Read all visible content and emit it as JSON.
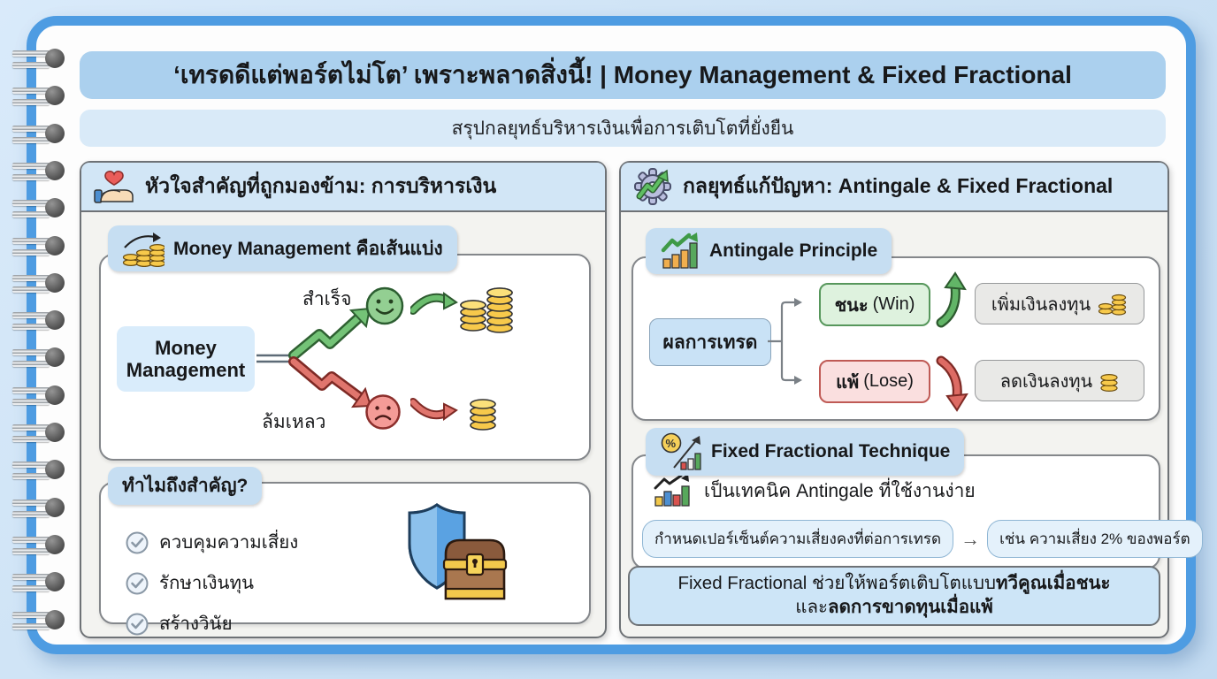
{
  "page": {
    "title": "‘เทรดดีแต่พอร์ตไม่โต’ เพราะพลาดสิ่งนี้! | Money Management & Fixed Fractional",
    "subtitle": "สรุปกลยุทธ์บริหารเงินเพื่อการเติบโตที่ยั่งยืน"
  },
  "left_panel": {
    "header": "หัวใจสำคัญที่ถูกมองข้าม: การบริหารเงิน",
    "divider_section": {
      "label": "Money Management คือเส้นแบ่ง",
      "node": "Money Management",
      "success_label": "สำเร็จ",
      "failure_label": "ล้มเหลว"
    },
    "importance_section": {
      "label": "ทำไมถึงสำคัญ?",
      "items": [
        "ควบคุมความเสี่ยง",
        "รักษาเงินทุน",
        "สร้างวินัย"
      ]
    }
  },
  "right_panel": {
    "header": "กลยุทธ์แก้ปัญหา: Antingale & Fixed Fractional",
    "antingale_section": {
      "label": "Antingale Principle",
      "source": "ผลการเทรด",
      "win_th": "ชนะ",
      "win_en": "(Win)",
      "win_action": "เพิ่มเงินลงทุน",
      "lose_th": "แพ้",
      "lose_en": "(Lose)",
      "lose_action": "ลดเงินลงทุน"
    },
    "fixed_section": {
      "label": "Fixed Fractional Technique",
      "description": "เป็นเทคนิค Antingale ที่ใช้งานง่าย",
      "step1": "กำหนดเปอร์เซ็นต์ความเสี่ยงคงที่ต่อการเทรด",
      "arrow": "→",
      "step2": "เช่น ความเสี่ยง 2% ของพอร์ต"
    },
    "summary": {
      "part1": "Fixed Fractional ช่วยให้พอร์ตเติบโตแบบ",
      "bold1": "ทวีคูณเมื่อชนะ",
      "part2": "และ",
      "bold2": "ลดการขาดทุนเมื่อแพ้"
    }
  },
  "colors": {
    "accent_blue": "#4e9ce2",
    "panel_header_blue": "#d2e6f6",
    "pill_blue": "#c6def2",
    "win_green": "#57975c",
    "lose_red": "#bf5a55",
    "coin_gold": "#f7c94b"
  },
  "icons": {
    "left_header": "heart-hand-icon",
    "right_header": "gear-growth-icon",
    "divider": "coins-growth-icon",
    "antingale": "chart-growth-icon",
    "fixed": "percent-chart-icon",
    "desc": "bar-chart-icon",
    "checklist": "check-circle-icon",
    "protection": "shield-treasure-icon"
  }
}
